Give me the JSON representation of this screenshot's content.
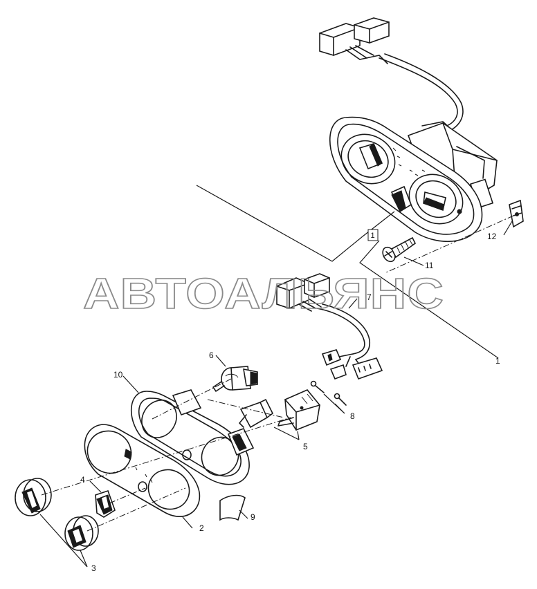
{
  "watermark": "АВТОАЛЬЯНС",
  "callouts": {
    "c1": "1",
    "c1b": "1",
    "c2": "2",
    "c3": "3",
    "c4": "4",
    "c5": "5",
    "c6": "6",
    "c7": "7",
    "c8": "8",
    "c9": "9",
    "c10": "10",
    "c11": "11",
    "c12": "12"
  },
  "colors": {
    "line": "#1a1a1a",
    "watermark": "#8a8a8a",
    "background": "#ffffff"
  }
}
